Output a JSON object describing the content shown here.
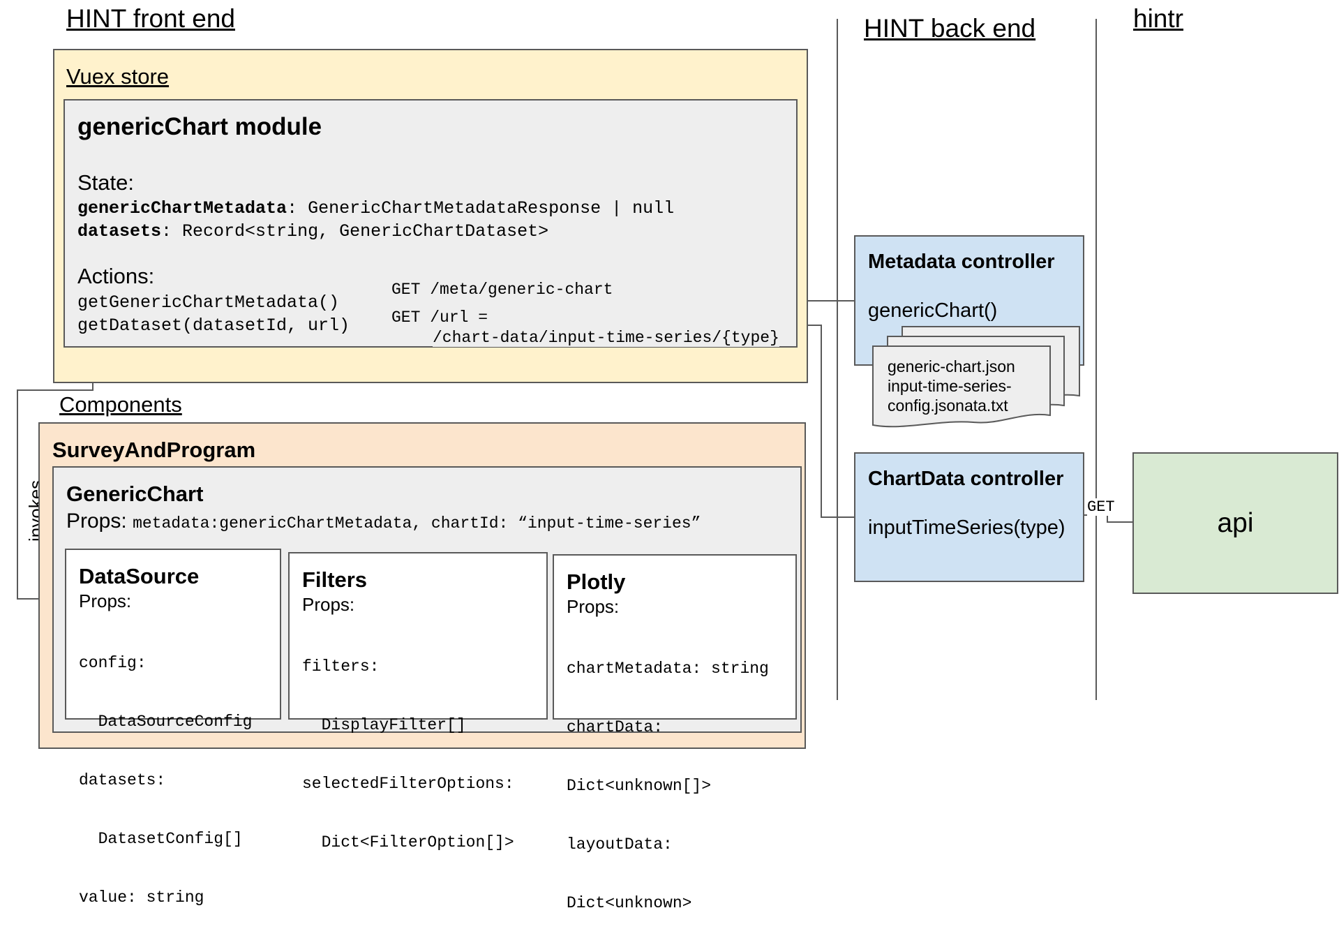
{
  "headings": {
    "front_end": "HINT front end",
    "back_end": "HINT back end",
    "hintr": "hintr"
  },
  "vuex": {
    "label": "Vuex store",
    "module": {
      "title": "genericChart module",
      "state_label": "State:",
      "state": [
        {
          "name": "genericChartMetadata",
          "type": ": GenericChartMetadataResponse | null"
        },
        {
          "name": "datasets",
          "type": ": Record<string, GenericChartDataset>"
        }
      ],
      "actions_label": "Actions:",
      "actions": [
        "getGenericChartMetadata()",
        "getDataset(datasetId, url)"
      ]
    }
  },
  "edges": {
    "get_meta": "GET /meta/generic-chart",
    "get_url_line1": "GET /url =",
    "get_url_line2": "/chart-data/input-time-series/{type}",
    "invokes": "invokes",
    "get_api": "GET"
  },
  "components": {
    "label": "Components",
    "survey": {
      "title": "SurveyAndProgram",
      "generic_chart": {
        "title": "GenericChart",
        "props_label": "Props:",
        "props_value": "metadata:genericChartMetadata, chartId: “input-time-series”"
      },
      "children": [
        {
          "id": "datasource",
          "title": "DataSource",
          "props_label": "Props:",
          "lines": [
            "config:",
            "  DataSourceConfig",
            "datasets:",
            "  DatasetConfig[]",
            "value: string"
          ]
        },
        {
          "id": "filters",
          "title": "Filters",
          "props_label": "Props:",
          "lines": [
            "filters:",
            "  DisplayFilter[]",
            "selectedFilterOptions:",
            "  Dict<FilterOption[]>"
          ]
        },
        {
          "id": "plotly",
          "title": "Plotly",
          "props_label": "Props:",
          "lines": [
            "chartMetadata: string",
            "chartData:",
            "Dict<unknown[]>",
            "layoutData:",
            "Dict<unknown>"
          ]
        }
      ]
    }
  },
  "backend": {
    "metadata_controller": {
      "title": "Metadata controller",
      "method": "genericChart()",
      "files": [
        "generic-chart.json",
        "input-time-series-",
        "config.jsonata.txt"
      ]
    },
    "chartdata_controller": {
      "title": "ChartData controller",
      "method": "inputTimeSeries(type)"
    }
  },
  "api": {
    "label": "api"
  },
  "colors": {
    "vuex_bg": "#fff2cc",
    "module_bg": "#eeeeee",
    "components_bg": "#fce5cd",
    "controller_bg": "#cfe2f3",
    "api_bg": "#d9ead3",
    "border": "#595959"
  }
}
